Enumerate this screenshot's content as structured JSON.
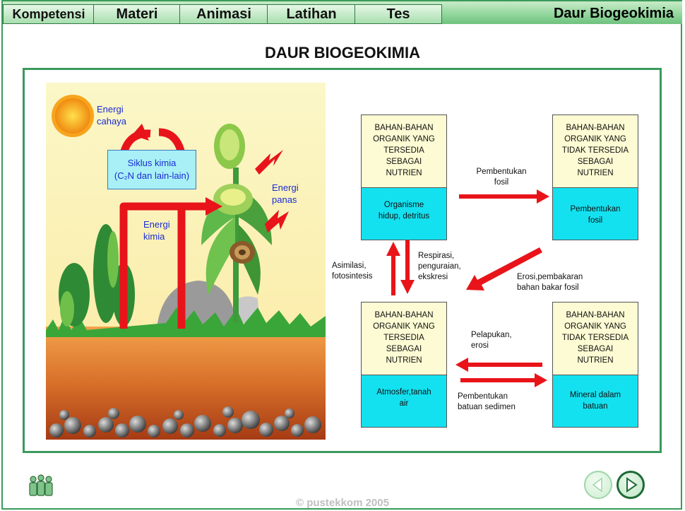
{
  "nav": {
    "tabs": [
      {
        "label": "Kompetensi"
      },
      {
        "label": "Materi"
      },
      {
        "label": "Animasi"
      },
      {
        "label": "Latihan"
      },
      {
        "label": "Tes"
      }
    ],
    "app_title": "Daur Biogeokimia"
  },
  "page": {
    "title": "DAUR BIOGEOKIMIA"
  },
  "scene": {
    "energi_cahaya": [
      "Energi",
      "cahaya"
    ],
    "siklus": [
      "Siklus kimia",
      "(C₂N dan lain-lain)"
    ],
    "energi_panas": [
      "Energi",
      "panas"
    ],
    "energi_kimia": [
      "Energi",
      "kimia"
    ]
  },
  "diagram": {
    "box_tl": {
      "top": [
        "BAHAN-BAHAN",
        "ORGANIK YANG",
        "TERSEDIA",
        "SEBAGAI",
        "NUTRIEN"
      ],
      "bottom": [
        "Organisme",
        "hidup, detritus"
      ]
    },
    "box_tr": {
      "top": [
        "BAHAN-BAHAN",
        "ORGANIK YANG",
        "TIDAK TERSEDIA",
        "SEBAGAI",
        "NUTRIEN"
      ],
      "bottom": [
        "Pembentukan",
        "fosil"
      ]
    },
    "box_bl": {
      "top": [
        "BAHAN-BAHAN",
        "ORGANIK YANG",
        "TERSEDIA",
        "SEBAGAI",
        "NUTRIEN"
      ],
      "bottom": [
        "Atmosfer,tanah",
        "air"
      ]
    },
    "box_br": {
      "top": [
        "BAHAN-BAHAN",
        "ORGANIK YANG",
        "TIDAK TERSEDIA",
        "SEBAGAI",
        "NUTRIEN"
      ],
      "bottom": [
        "Mineral dalam",
        "batuan"
      ]
    },
    "labels": {
      "pembentukan_fosil": [
        "Pembentukan",
        "fosil"
      ],
      "erosi": [
        "Erosi,pembakaran",
        "bahan bakar fosil"
      ],
      "respirasi": [
        "Respirasi,",
        "penguraian,",
        "ekskresi"
      ],
      "asimilasi": [
        "Asimilasi,",
        "fotosintesis"
      ],
      "pelapukan": [
        "Pelapukan,",
        "erosi"
      ],
      "batuan": [
        "Pembentukan",
        "batuan sedimen"
      ]
    }
  },
  "footer": {
    "copyright": "© pustekkom 2005"
  },
  "colors": {
    "accent": "#3a9a5b",
    "arrow": "#e8141a",
    "box_top": "#fdfbd3",
    "box_bottom": "#14e1f0"
  }
}
